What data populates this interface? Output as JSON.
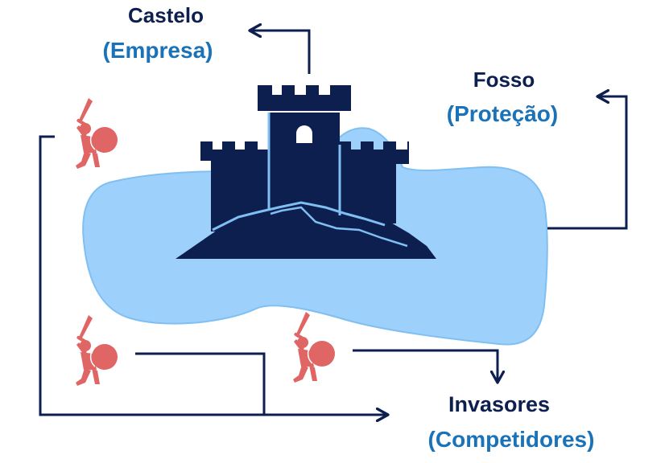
{
  "labels": {
    "castle": {
      "title": "Castelo",
      "subtitle": "(Empresa)"
    },
    "moat": {
      "title": "Fosso",
      "subtitle": "(Proteção)"
    },
    "invaders": {
      "title": "Invasores",
      "subtitle": "(Competidores)"
    }
  },
  "colors": {
    "castle": "#0d1f4f",
    "water": "#9dd1fb",
    "water_outline": "#7fbff2",
    "arrow": "#0d1f4f",
    "warrior": "#e06565",
    "title_text": "#0d1f4f",
    "subtitle_text": "#1a72b8"
  },
  "icons": {
    "castle": "castle-icon",
    "moat": "moat-water-shape",
    "warrior": "warrior-icon"
  },
  "warrior_count": 3
}
